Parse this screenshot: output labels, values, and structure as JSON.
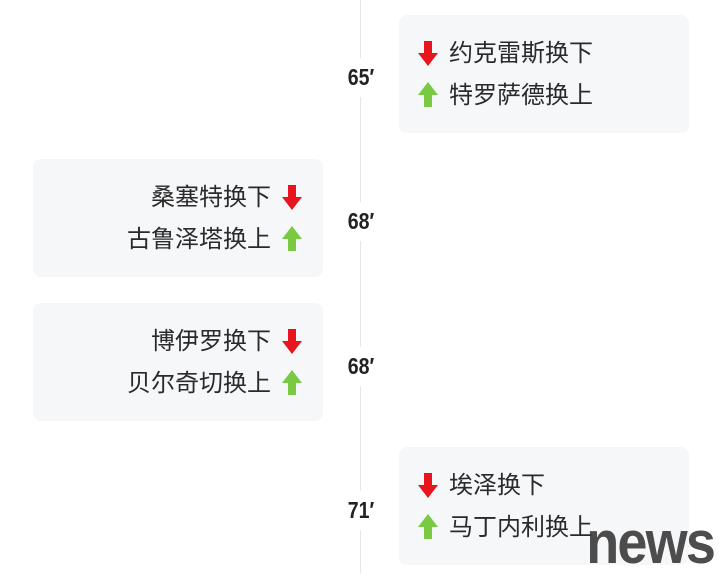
{
  "colors": {
    "out": "#e8141e",
    "in": "#7ac943"
  },
  "events": [
    {
      "minute": "65′",
      "side": "right",
      "out": "约克雷斯换下",
      "in": "特罗萨德换上"
    },
    {
      "minute": "68′",
      "side": "left",
      "out": "桑塞特换下",
      "in": "古鲁泽塔换上"
    },
    {
      "minute": "68′",
      "side": "left",
      "out": "博伊罗换下",
      "in": "贝尔奇切换上"
    },
    {
      "minute": "71′",
      "side": "right",
      "out": "埃泽换下",
      "in": "马丁内利换上"
    }
  ],
  "watermark": "news"
}
